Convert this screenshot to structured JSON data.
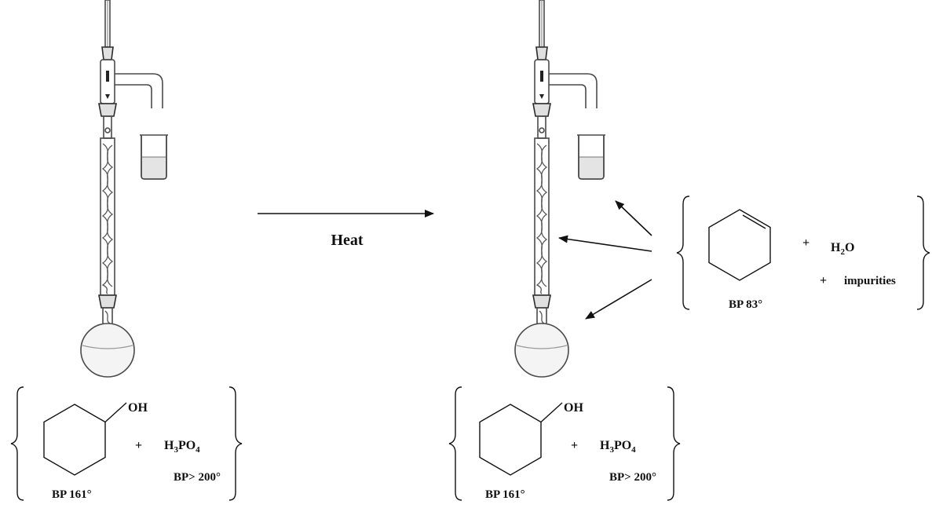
{
  "diagram": {
    "reaction_arrow_label": "Heat",
    "flask_contents_left": {
      "reactant_oh_label": "OH",
      "plus": "+",
      "acid_label_prefix": "H",
      "acid_sub1": "3",
      "acid_label_mid": "PO",
      "acid_sub2": "4",
      "reactant_bp": "BP 161°",
      "acid_bp": "BP> 200°"
    },
    "flask_contents_right": {
      "reactant_oh_label": "OH",
      "plus": "+",
      "acid_label_prefix": "H",
      "acid_sub1": "3",
      "acid_label_mid": "PO",
      "acid_sub2": "4",
      "reactant_bp": "BP 161°",
      "acid_bp": "BP> 200°"
    },
    "distillate": {
      "plus_water": "+",
      "water_label_prefix": "H",
      "water_sub": "2",
      "water_label_suffix": "O",
      "plus_impurities": "+",
      "impurities_label": "impurities",
      "product_bp": "BP 83°"
    }
  }
}
